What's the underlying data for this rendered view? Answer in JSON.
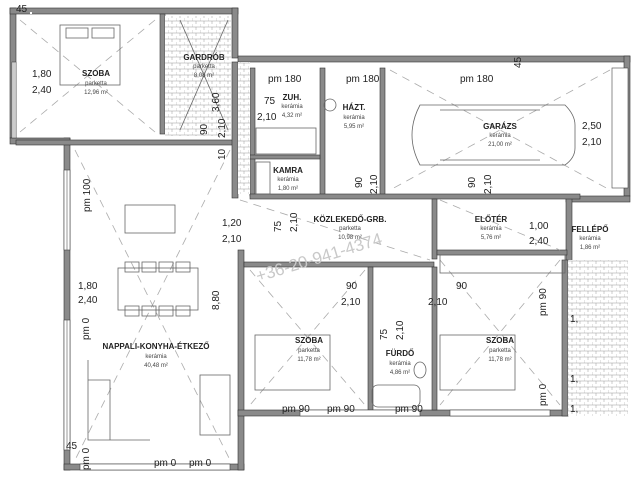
{
  "rooms": [
    {
      "name": "SZOBA",
      "material": "parketta",
      "area": "12,96 m²"
    },
    {
      "name": "GARDRÓB",
      "material": "parketta",
      "area": "8,08 m²"
    },
    {
      "name": "ZUH.",
      "material": "kerámia",
      "area": "4,32 m²"
    },
    {
      "name": "HÁZT.",
      "material": "kerámia",
      "area": "5,95 m²"
    },
    {
      "name": "GARÁZS",
      "material": "kerámia",
      "area": "21,00 m²"
    },
    {
      "name": "KAMRA",
      "material": "kerámia",
      "area": "1,80 m²"
    },
    {
      "name": "KÖZLEKEDŐ-GRB.",
      "material": "parketta",
      "area": "10,98 m²"
    },
    {
      "name": "ELŐTÉR",
      "material": "kerámia",
      "area": "5,76 m²"
    },
    {
      "name": "FELLÉPŐ",
      "material": "kerámia",
      "area": "1,86 m²"
    },
    {
      "name": "NAPPALI-KONYHA-ÉTKEZŐ",
      "material": "kerámia",
      "area": "40,48 m²"
    },
    {
      "name": "SZOBA",
      "material": "parketta",
      "area": "11,78 m²"
    },
    {
      "name": "FÜRDŐ",
      "material": "kerámia",
      "area": "4,86 m²"
    },
    {
      "name": "SZOBA",
      "material": "parketta",
      "area": "11,78 m²"
    }
  ],
  "dimensions": [
    "45",
    "1,80",
    "2,40",
    "3,60",
    "pm 180",
    "pm 180",
    "pm 180",
    "45",
    "75",
    "2,10",
    "90",
    "10",
    "2,10",
    "2,50",
    "2,10",
    "pm 100",
    "1,20",
    "2,10",
    "75",
    "2,10",
    "90",
    "2,10",
    "90",
    "2,10",
    "1,00",
    "2,40",
    "1,80",
    "2,40",
    "8,80",
    "90",
    "2,10",
    "90",
    "2,10",
    "pm 90",
    "pm 0",
    "75",
    "2,10",
    "pm 0",
    "pm 90",
    "pm 90",
    "pm 90",
    "pm 0",
    "pm 0",
    "pm 0",
    "45",
    "1,",
    "1,",
    "1,"
  ],
  "watermark": "+36-20-941-4374"
}
